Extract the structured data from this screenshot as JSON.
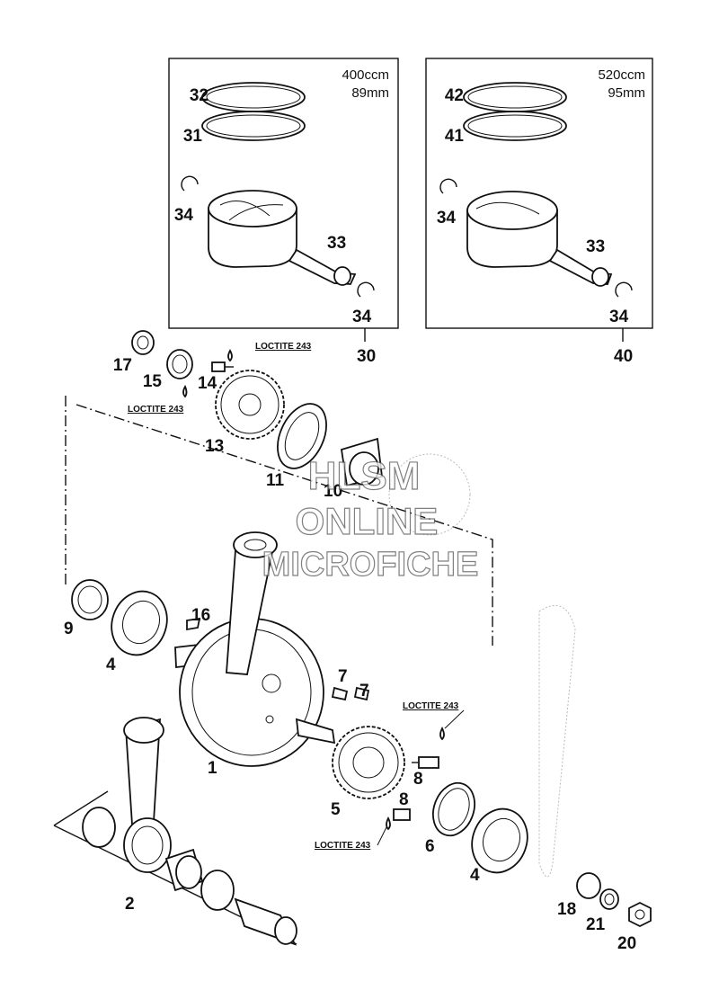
{
  "boxes": {
    "left": {
      "line1": "400ccm",
      "line2": "89mm",
      "group": "30"
    },
    "right": {
      "line1": "520ccm",
      "line2": "95mm",
      "group": "40"
    }
  },
  "loctite": {
    "label_a": "LOCTITE 243",
    "label_b": "LOCTITE 243",
    "label_c": "LOCTITE 243",
    "label_d": "LOCTITE 243"
  },
  "parts": {
    "p32": "32",
    "p31": "31",
    "p34a": "34",
    "p33a": "33",
    "p34b": "34",
    "p42": "42",
    "p41": "41",
    "p34c": "34",
    "p33b": "33",
    "p34d": "34",
    "p17": "17",
    "p15": "15",
    "p14": "14",
    "p13": "13",
    "p11": "11",
    "p10": "10",
    "p9": "9",
    "p4a": "4",
    "p16": "16",
    "p7a": "7",
    "p7b": "7",
    "p1": "1",
    "p8a": "8",
    "p5": "5",
    "p8b": "8",
    "p6": "6",
    "p4b": "4",
    "p2": "2",
    "p18": "18",
    "p21": "21",
    "p20": "20"
  },
  "watermark": {
    "line1": "HLSM",
    "line2": "ONLINE",
    "line3": "MICROFICHE"
  }
}
